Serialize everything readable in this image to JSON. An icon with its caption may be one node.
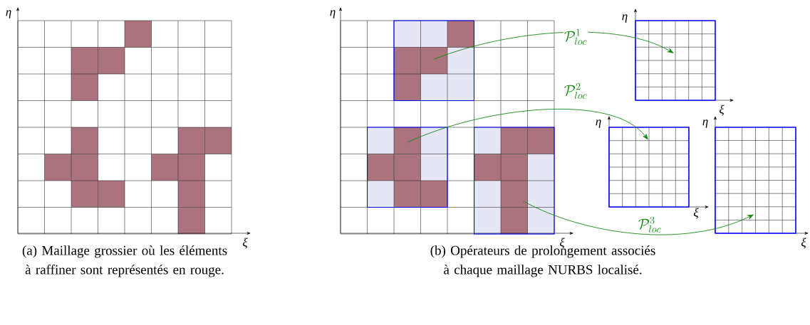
{
  "diagram": {
    "nodes": [
      {
        "text": [],
        "shape": "box"
      },
      {
        "text": [],
        "shape": "box"
      },
      {
        "text": [],
        "shape": "box"
      },
      {
        "text": [],
        "shape": "box"
      },
      {
        "text": [],
        "shape": "box"
      },
      {
        "text": [],
        "shape": "box"
      }
    ],
    "edges": [
      {
        "from": 0,
        "to": 3,
        "arrow": "to",
        "label": "\\mathcal{P}^{1}_{loc}"
      },
      {
        "from": 1,
        "to": 4,
        "arrow": "to",
        "label": "\\mathcal{P}^{2}_{loc}"
      },
      {
        "from": 2,
        "to": 5,
        "arrow": "to",
        "label": "\\mathcal{P}^{3}_{loc}"
      }
    ],
    "labels": [
      "η",
      "η",
      "η",
      "ξ",
      "η",
      "η",
      "ξ",
      "ξ",
      "ξ",
      "ξ",
      "(a) Maillage grossier où les éléments à raffiner sont représentés en rouge.",
      "(b) Opérateurs de prolongement associés à chaque maillage NURBS localisé."
    ]
  }
}
